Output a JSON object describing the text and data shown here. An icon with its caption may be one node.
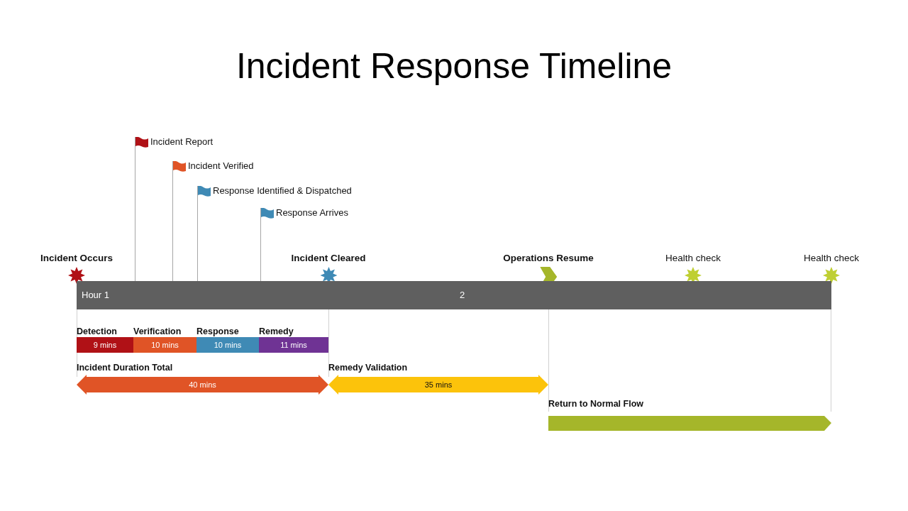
{
  "diagram": {
    "title": "Incident Response Timeline",
    "nodes": [
      {
        "text": [
          "Incident Report"
        ]
      },
      {
        "text": [
          "Incident Verified"
        ]
      },
      {
        "text": [
          "Response Identified & Dispatched"
        ]
      },
      {
        "text": [
          "Response Arrives"
        ]
      },
      {
        "text": [
          "Incident Occurs"
        ]
      },
      {
        "text": [
          "Incident Cleared"
        ]
      },
      {
        "text": [
          "Operations Resume"
        ]
      },
      {
        "text": [
          "Health check"
        ]
      },
      {
        "text": [
          "Health check"
        ]
      },
      {
        "text": [
          "Hour 1",
          "2"
        ]
      },
      {
        "text": [
          "Detection",
          "9 mins"
        ]
      },
      {
        "text": [
          "Verification",
          "10 mins"
        ]
      },
      {
        "text": [
          "Response",
          "10 mins"
        ]
      },
      {
        "text": [
          "Remedy",
          "11 mins"
        ]
      },
      {
        "text": [
          "Incident Duration Total",
          "40 mins"
        ]
      },
      {
        "text": [
          "Remedy Validation",
          "35 mins"
        ]
      },
      {
        "text": [
          "Return to Normal Flow"
        ]
      }
    ],
    "edges": [
      {
        "from": 0,
        "to": 9,
        "arrow": "none"
      },
      {
        "from": 1,
        "to": 9,
        "arrow": "none"
      },
      {
        "from": 2,
        "to": 9,
        "arrow": "none"
      },
      {
        "from": 3,
        "to": 9,
        "arrow": "none"
      }
    ]
  }
}
